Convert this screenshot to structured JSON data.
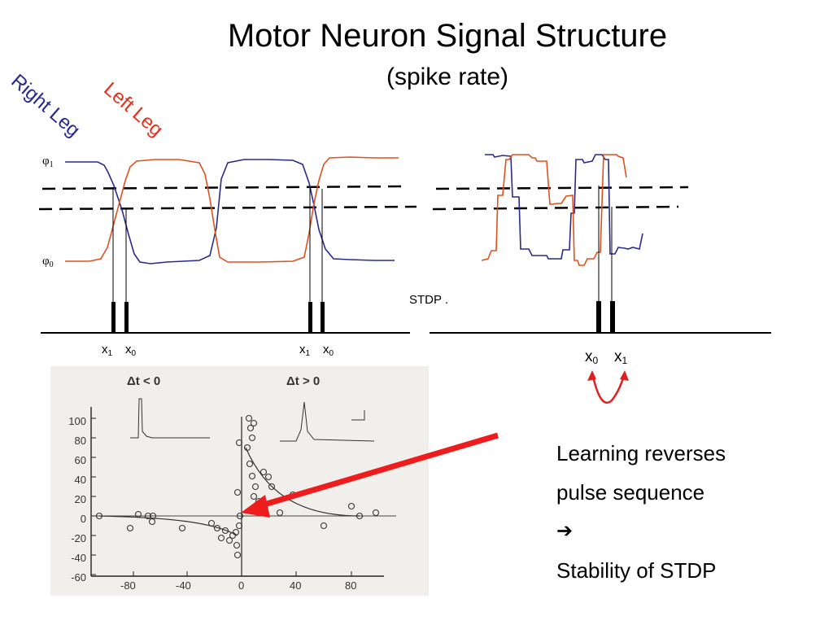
{
  "slide": {
    "title": "Motor Neuron Signal Structure",
    "subtitle": "(spike rate)",
    "right_leg_label": "Right Leg",
    "left_leg_label": "Left Leg",
    "colors": {
      "right_leg": "#2a2a8c",
      "left_leg": "#e0301e",
      "arrow": "#ee1c1c"
    }
  },
  "left_trace": {
    "phi_high": {
      "symbol": "φ",
      "index": "1"
    },
    "phi_low": {
      "symbol": "φ",
      "index": "0"
    },
    "pair1": [
      {
        "name": "x",
        "index": "1"
      },
      {
        "name": "x",
        "index": "0"
      }
    ],
    "pair2": [
      {
        "name": "x",
        "index": "1"
      },
      {
        "name": "x",
        "index": "0"
      }
    ]
  },
  "right_trace": {
    "stdp_label": "STDP .",
    "pair": [
      {
        "name": "x",
        "index": "0"
      },
      {
        "name": "x",
        "index": "1"
      }
    ]
  },
  "stdp_plot": {
    "left_inset": "Δt < 0",
    "right_inset": "Δt > 0",
    "y_ticks": [
      "100",
      "80",
      "60",
      "40",
      "20",
      "0",
      "-20",
      "-40",
      "-60"
    ],
    "x_ticks": [
      "-80",
      "-40",
      "0",
      "40",
      "80"
    ]
  },
  "text": {
    "line1": "Learning reverses",
    "line2": "pulse sequence",
    "arrow": "➔",
    "line3": "Stability of STDP"
  }
}
